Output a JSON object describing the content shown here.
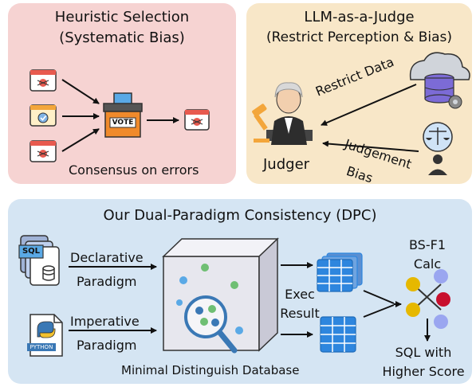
{
  "heuristic": {
    "title": "Heuristic Selection",
    "subtitle": "(Systematic Bias)",
    "vote_label": "VOTE",
    "caption": "Consensus on errors"
  },
  "judge": {
    "title": "LLM-as-a-Judge",
    "subtitle": "(Restrict Perception & Bias)",
    "restrict_label": "Restrict Data",
    "bias_label_1": "Judgement",
    "bias_label_2": "Bias",
    "judger_label": "Judger"
  },
  "dpc": {
    "title": "Our Dual-Paradigm Consistency (DPC)",
    "sql_badge": "SQL",
    "python_badge": "PYTHON",
    "declarative_1": "Declarative",
    "declarative_2": "Paradigm",
    "imperative_1": "Imperative",
    "imperative_2": "Paradigm",
    "database_caption": "Minimal Distinguish Database",
    "exec_1": "Exec",
    "exec_2": "Result",
    "bsf1_1": "BS-F1",
    "bsf1_2": "Calc",
    "output_1": "SQL with",
    "output_2": "Higher Score"
  },
  "colors": {
    "heuristic_bg": "#f6d3d2",
    "judge_bg": "#f8e7c8",
    "dpc_bg": "#d5e5f3",
    "ballot_orange": "#f08a2b",
    "table_blue": "#2e86de",
    "node_yellow": "#e6b800",
    "node_red": "#c8102e",
    "node_lavender": "#9aa6f0"
  }
}
